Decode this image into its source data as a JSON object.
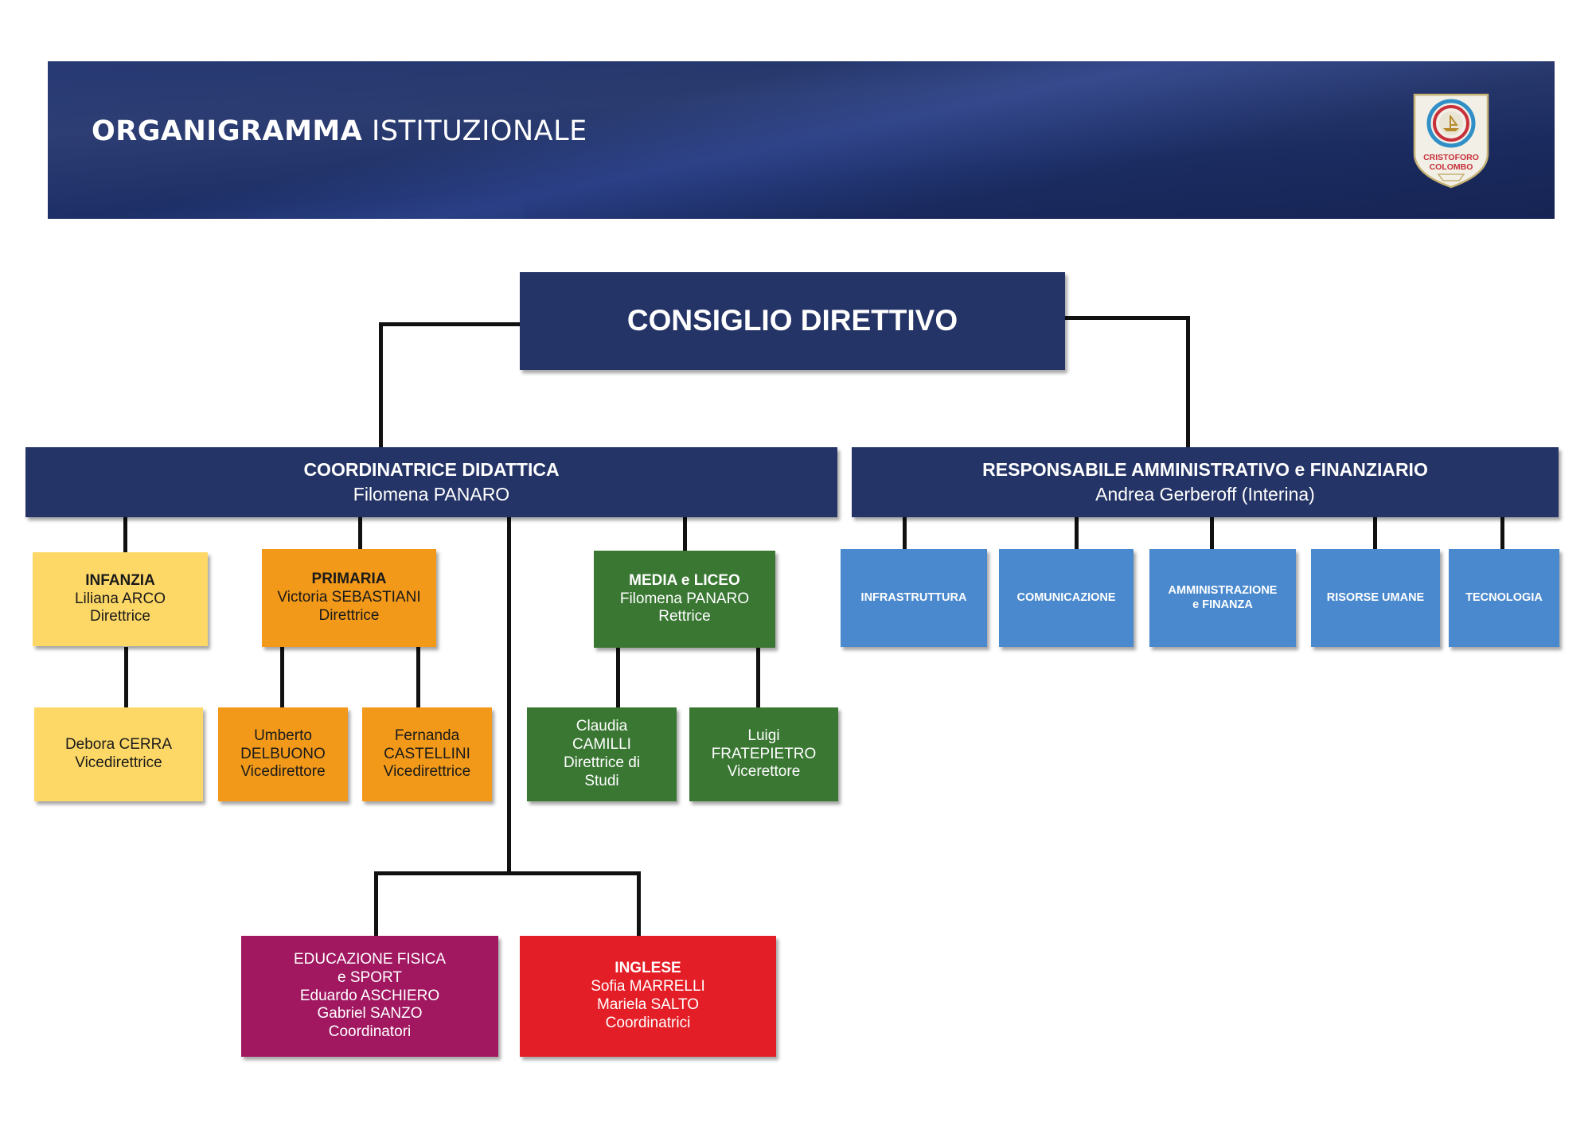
{
  "header": {
    "title_bold": "ORGANIGRAMMA",
    "title_light": "ISTITUZIONALE",
    "logo_text": [
      "CRISTOFORO",
      "COLOMBO"
    ],
    "colors": {
      "banner": "#233369",
      "logo_ring_blue": "#2f8fc6",
      "logo_ring_red": "#c8303a",
      "logo_shield": "#f1efe6"
    }
  },
  "org": {
    "top": {
      "label": "CONSIGLIO DIRETTIVO"
    },
    "coord": {
      "title": "COORDINATRICE DIDATTICA",
      "name": "Filomena  PANARO"
    },
    "resp": {
      "title": "RESPONSABILE AMMINISTRATIVO e FINANZIARIO",
      "name": "Andrea Gerberoff (Interina)"
    },
    "infanzia": {
      "title": "INFANZIA",
      "name": "Liliana ARCO",
      "role": "Direttrice"
    },
    "infanzia_vice": {
      "name": "Debora CERRA",
      "role": "Vicedirettrice"
    },
    "primaria": {
      "title": "PRIMARIA",
      "name": "Victoria SEBASTIANI",
      "role": "Direttrice"
    },
    "primaria_vice1": {
      "first": "Umberto",
      "last": "DELBUONO",
      "role": "Vicedirettore"
    },
    "primaria_vice2": {
      "first": "Fernanda",
      "last": "CASTELLINI",
      "role": "Vicedirettrice"
    },
    "media": {
      "title": "MEDIA e LICEO",
      "name": "Filomena  PANARO",
      "role": "Rettrice"
    },
    "media_vice1": {
      "first": "Claudia",
      "last": "CAMILLI",
      "role1": "Direttrice di",
      "role2": "Studi"
    },
    "media_vice2": {
      "first": "Luigi",
      "last": "FRATEPIETRO",
      "role": "Vicerettore"
    },
    "edfisica": {
      "title1": "EDUCAZIONE FISICA",
      "title2": "e SPORT",
      "name1": "Eduardo ASCHIERO",
      "name2": "Gabriel SANZO",
      "role": "Coordinatori"
    },
    "inglese": {
      "title": "INGLESE",
      "name1": "Sofia MARRELLI",
      "name2": "Mariela SALTO",
      "role": "Coordinatrici"
    },
    "areas": {
      "infrastruttura": "INFRASTRUTTURA",
      "comunicazione": "COMUNICAZIONE",
      "amministrazione1": "AMMINISTRAZIONE",
      "amministrazione2": "e FINANZA",
      "risorse": "RISORSE UMANE",
      "tecnologia": "TECNOLOGIA"
    }
  }
}
